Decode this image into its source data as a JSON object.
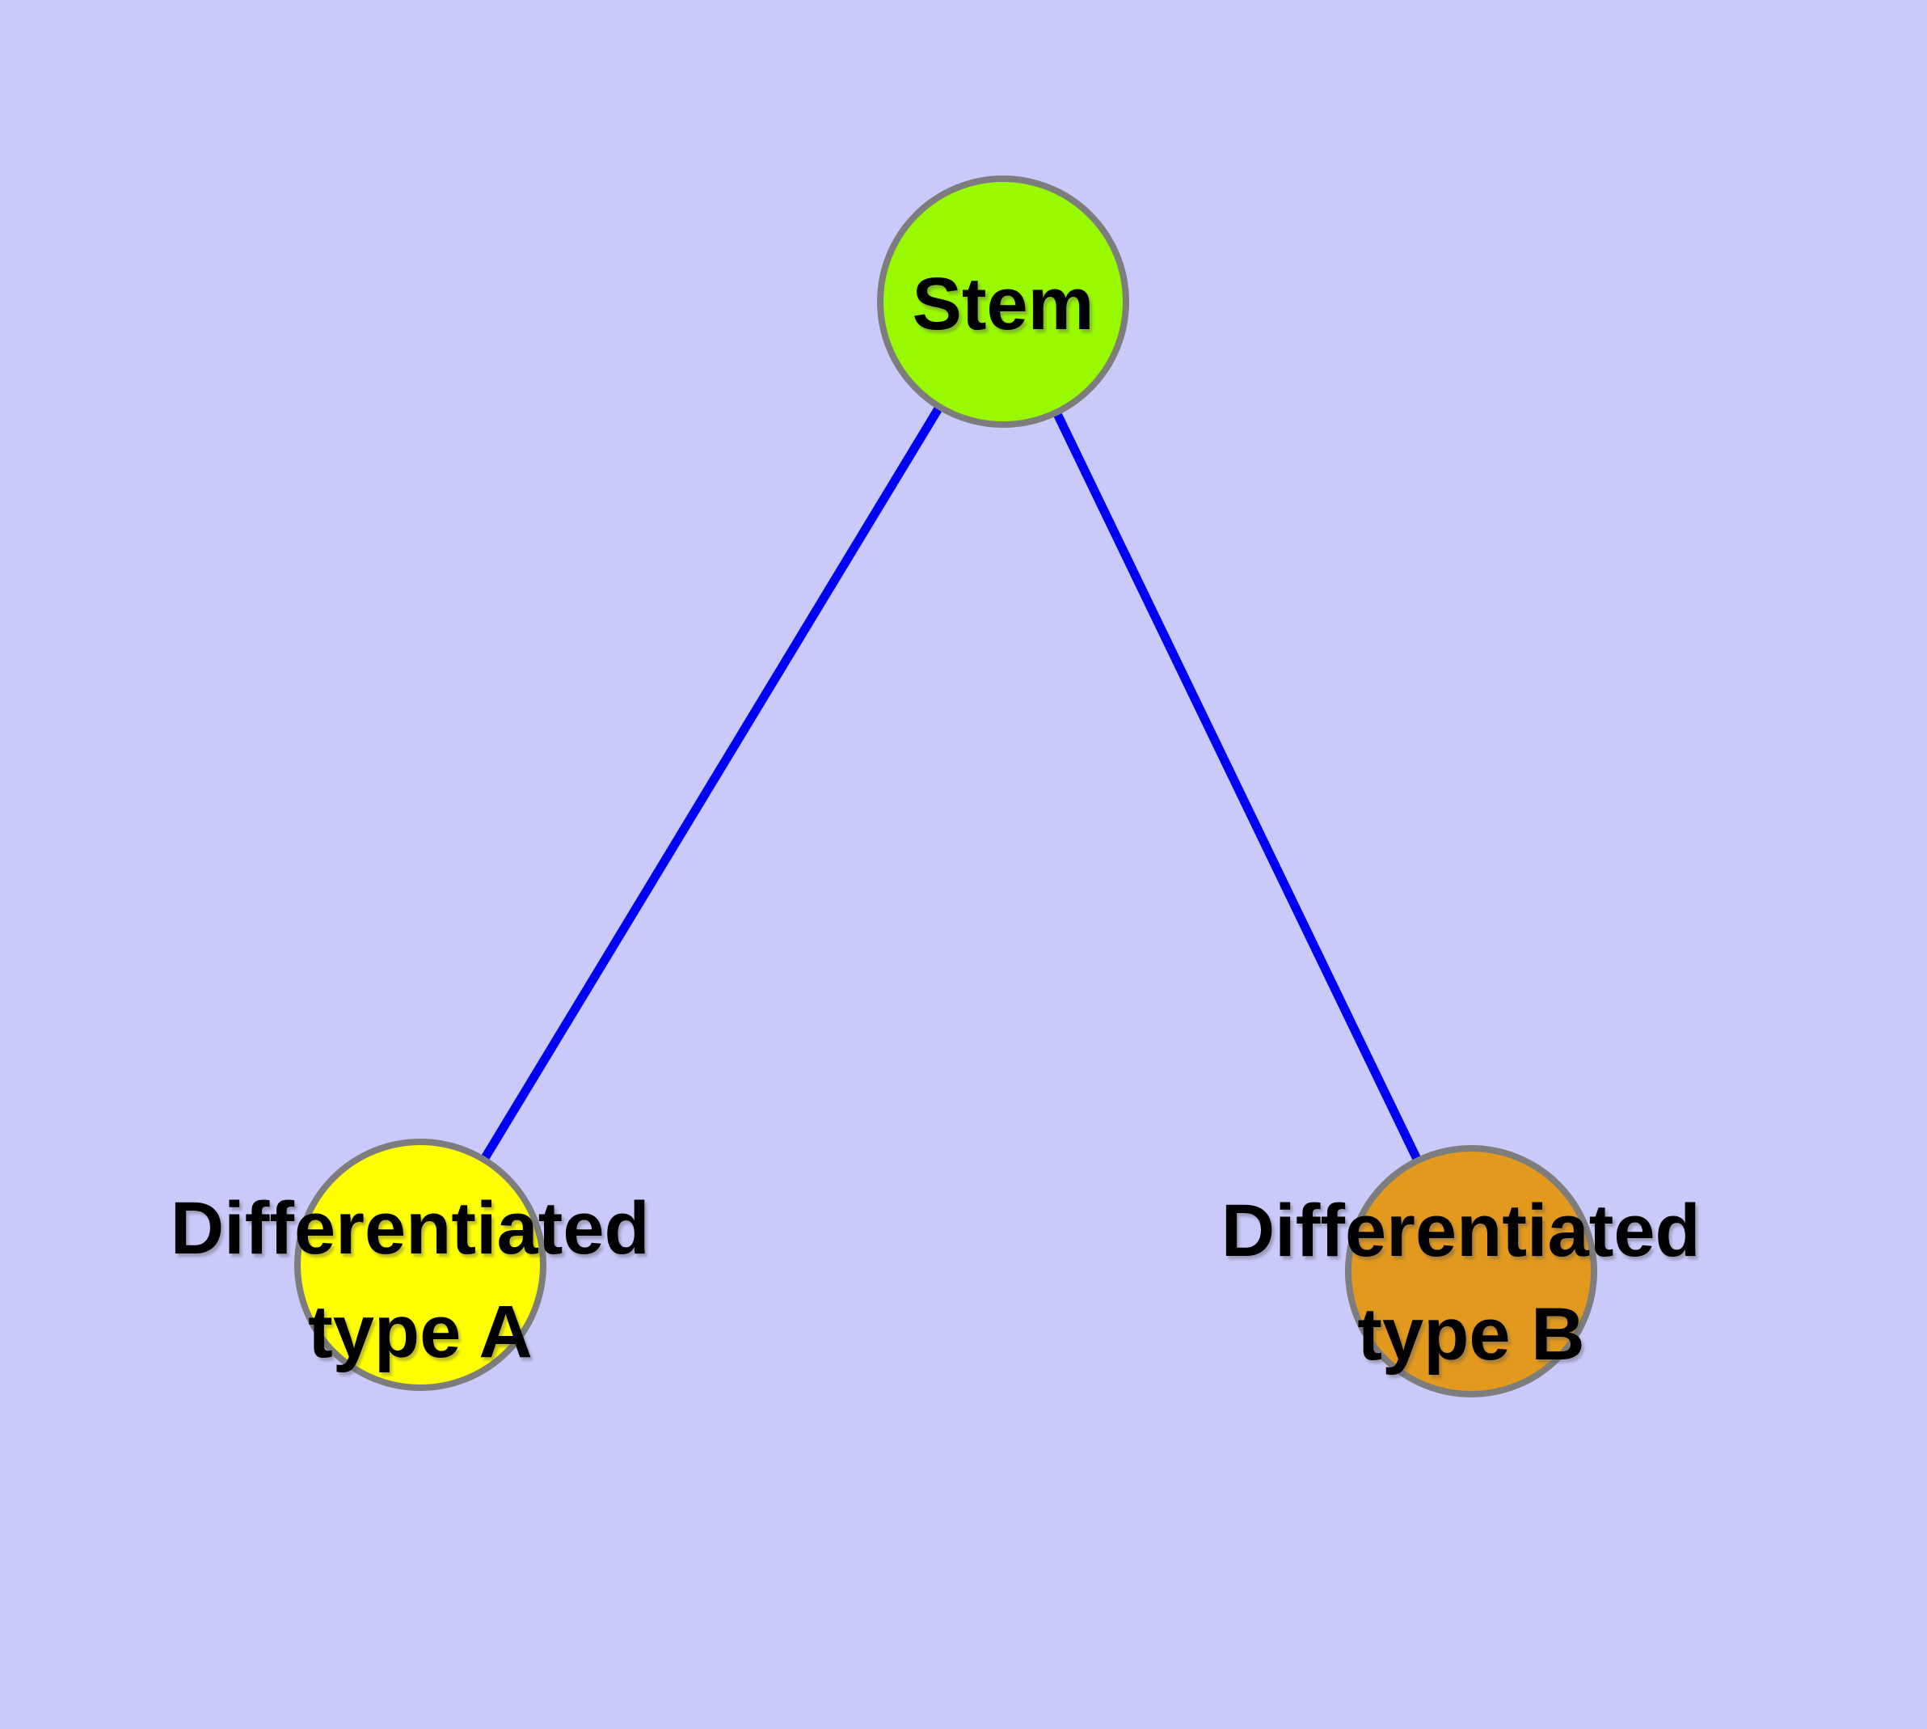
{
  "diagram": {
    "background_color": "#C9C9FA",
    "edge_color": "#0000F5",
    "node_border_color": "#7D7D7D",
    "label_color": "#000000",
    "nodes": {
      "stem": {
        "label": "Stem",
        "fill": "#99FA00"
      },
      "type_a": {
        "label_line1": "Differentiated",
        "label_line2": "type A",
        "fill": "#FFFF00"
      },
      "type_b": {
        "label_line1": "Differentiated",
        "label_line2": "type B",
        "fill": "#E2991E"
      }
    },
    "edges": [
      {
        "from": "Stem",
        "to": "Differentiated type A"
      },
      {
        "from": "Stem",
        "to": "Differentiated type B"
      }
    ]
  }
}
